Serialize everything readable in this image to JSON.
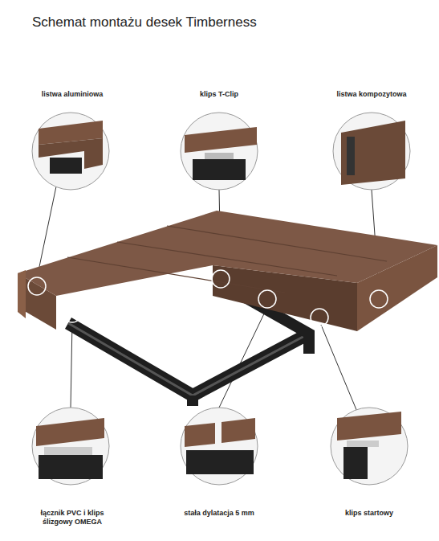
{
  "diagram": {
    "title": "Schemat montażu desek Timberness",
    "labels": [
      "listwa aluminiowa",
      "klips T-Clip",
      "listwa kompozytowa",
      "łącznik PVC i klips ślizgowy OMEGA",
      "stała dylatacja 5 mm",
      "klips startowy"
    ]
  }
}
